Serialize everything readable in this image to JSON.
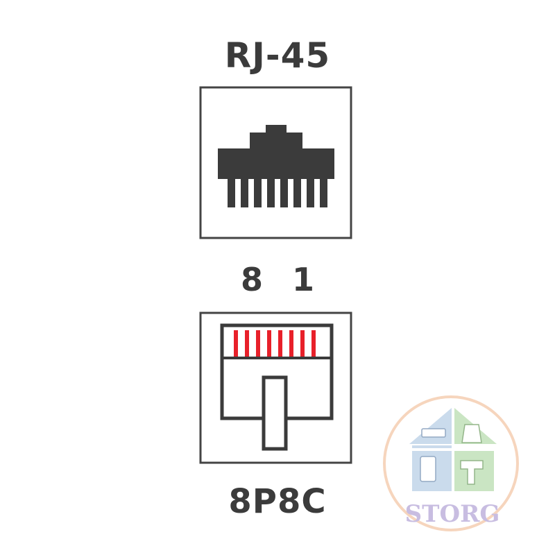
{
  "diagram": {
    "top_label": "RJ-45",
    "bottom_label": "8P8C",
    "pin_left": "8",
    "pin_right": "1",
    "colors": {
      "dark": "#3b3b3b",
      "red": "#e8202a",
      "frame": "#444444"
    }
  },
  "watermark": {
    "text": "STORG",
    "icons": [
      "air-conditioner-icon",
      "kettle-icon",
      "multimeter-icon",
      "drill-icon"
    ]
  }
}
